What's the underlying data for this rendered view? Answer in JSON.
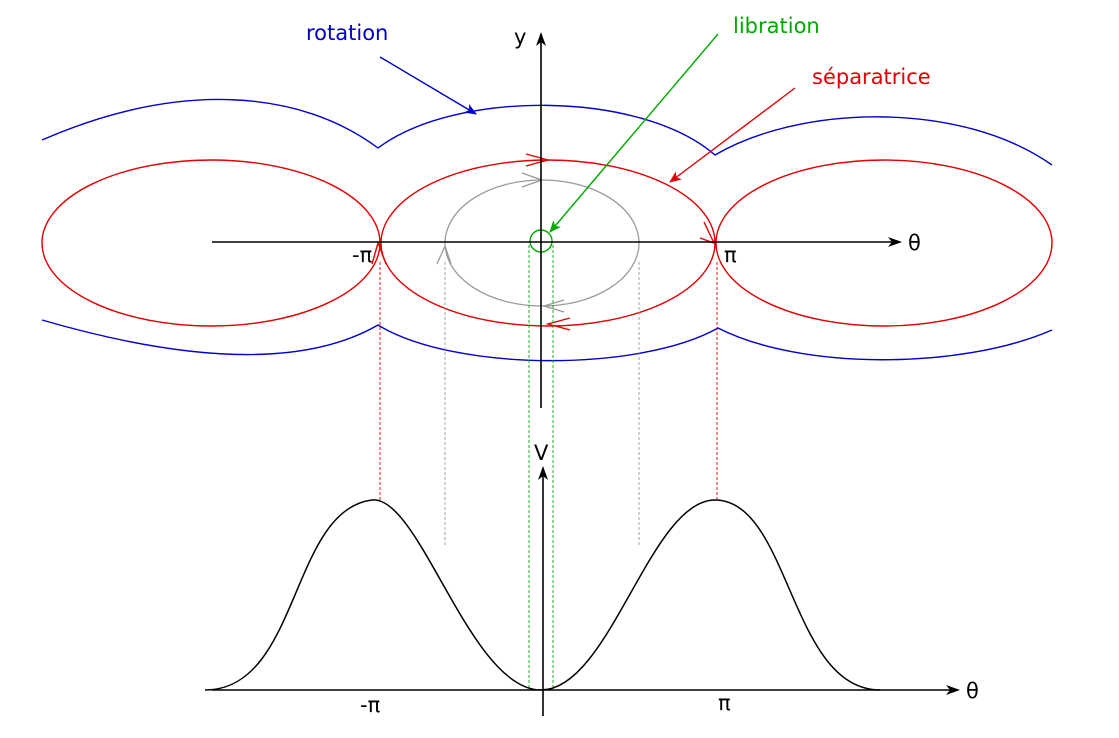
{
  "labels": {
    "rotation": "rotation",
    "libration": "libration",
    "separatrix": "séparatrice",
    "y_axis": "y",
    "theta_axis_top": "θ",
    "neg_pi_top": "-π",
    "pi_top": "π",
    "v_axis": "V",
    "theta_axis_bottom": "θ",
    "neg_pi_bottom": "-π",
    "pi_bottom": "π"
  },
  "colors": {
    "rotation": "#0000cc",
    "separatrix": "#e00000",
    "libration": "#00aa00",
    "intermediate_orbit": "#999999",
    "axes": "#000000"
  },
  "icons": {
    "axis_arrowheads": "arrowhead-icon",
    "flow_direction_marks": "chevron-arrow-icon"
  }
}
